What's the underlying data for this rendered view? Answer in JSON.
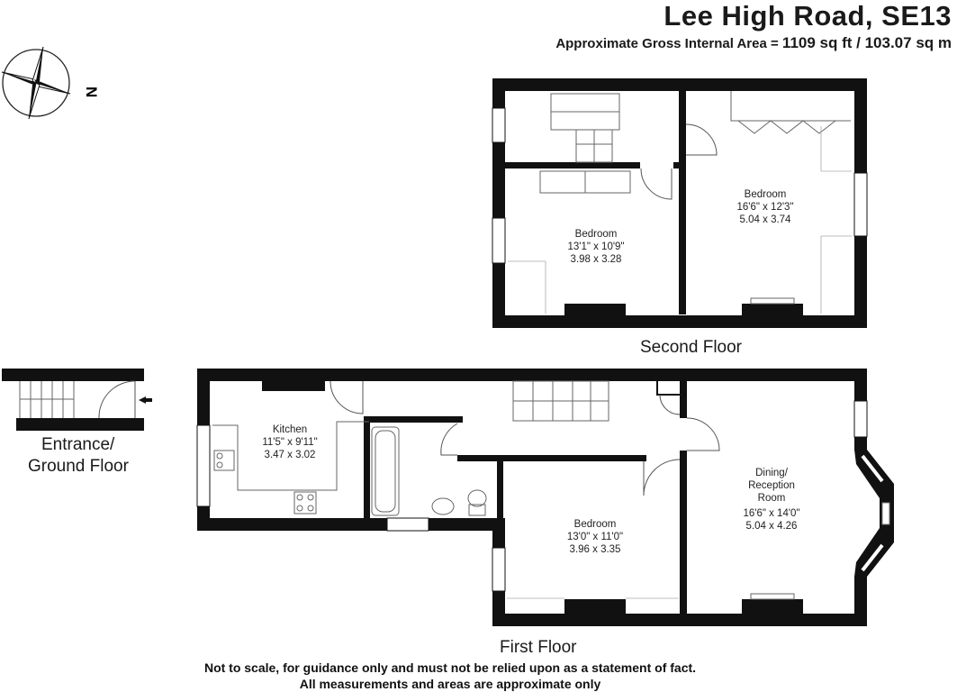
{
  "header": {
    "title": "Lee High Road, SE13",
    "area_label": "Approximate Gross Internal Area = ",
    "area_sqft": "1109 sq ft",
    "area_sep": " / ",
    "area_sqm": "103.07 sq m"
  },
  "compass": {
    "north_label": "N"
  },
  "floors": {
    "second": {
      "label": "Second Floor",
      "rooms": [
        {
          "name": "Bedroom",
          "imperial": "13'1\" x 10'9\"",
          "metric": "3.98 x 3.28"
        },
        {
          "name": "Bedroom",
          "imperial": "16'6\" x 12'3\"",
          "metric": "5.04 x 3.74"
        }
      ]
    },
    "first": {
      "label": "First Floor",
      "rooms": [
        {
          "name": "Kitchen",
          "imperial": "11'5\" x 9'11\"",
          "metric": "3.47 x 3.02"
        },
        {
          "name": "Bedroom",
          "imperial": "13'0\" x 11'0\"",
          "metric": "3.96 x 3.35"
        },
        {
          "name_line1": "Dining/",
          "name_line2": "Reception",
          "name_line3": "Room",
          "imperial": "16'6\" x 14'0\"",
          "metric": "5.04 x 4.26"
        }
      ]
    },
    "ground": {
      "label_line1": "Entrance/",
      "label_line2": "Ground Floor"
    }
  },
  "footer": {
    "line1": "Not to scale, for guidance only and must not be relied upon as a statement of fact.",
    "line2": "All measurements and areas are approximate only"
  }
}
